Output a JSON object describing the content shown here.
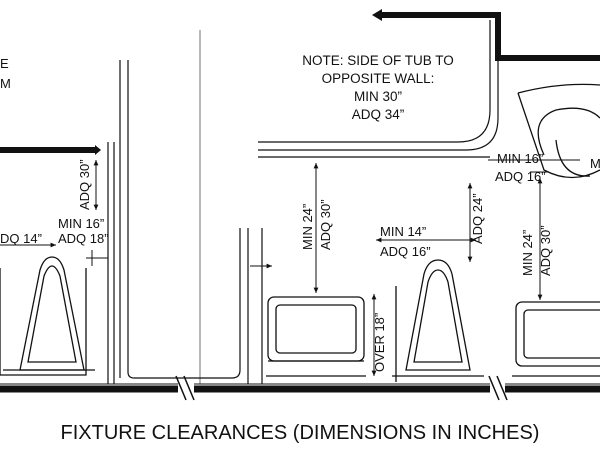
{
  "caption": "FIXTURE CLEARANCES (DIMENSIONS IN INCHES)",
  "notes": {
    "left_partial_line1": "E",
    "left_partial_line2": "M",
    "tub_note": {
      "line1": "NOTE: SIDE OF TUB TO",
      "line2": "OPPOSITE WALL:",
      "line3": "MIN 30”",
      "line4": "ADQ 34”"
    }
  },
  "dimensions": {
    "left_wc_side_min": "MIN 16”",
    "left_wc_side_adq": "ADQ 18”",
    "left_wc_width": "DQ 14”",
    "left_vertical": "ADQ 30”",
    "center_lav_front_min": "MIN 24”",
    "center_lav_front_adq": "ADQ 30”",
    "center_wc_width_min": "MIN 14”",
    "center_wc_width_adq": "ADQ 16”",
    "center_wc_vertical": "ADQ 24”",
    "center_over": "OVER 18”",
    "right_min": "MIN 16”",
    "right_adq": "ADQ 16”",
    "right_partial": "M",
    "right_vertical_min": "MIN 24”",
    "right_vertical_adq": "ADQ 30”"
  },
  "colors": {
    "ink": "#111111",
    "background": "#ffffff"
  }
}
